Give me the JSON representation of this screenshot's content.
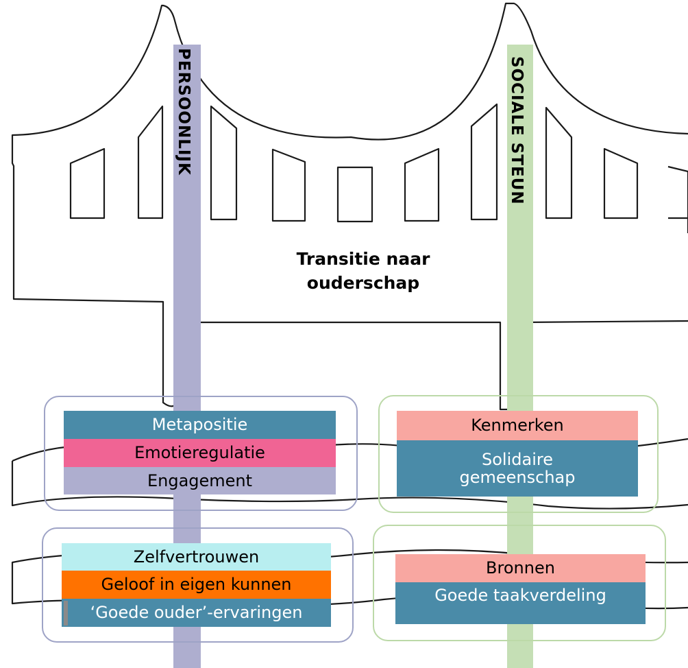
{
  "diagram": {
    "title": "Transitie naar\nouderschap",
    "columns": [
      {
        "label": "PERSOONLIJK",
        "color": "#aeaecf"
      },
      {
        "label": "SOCIALE STEUN",
        "color": "#c5dfb5"
      }
    ],
    "groups": {
      "top_left": {
        "border_color": "#9ea3c6",
        "items": [
          {
            "label": "Metapositie",
            "color": "#4a8ba8"
          },
          {
            "label": "Emotieregulatie",
            "color": "#f06494"
          },
          {
            "label": "Engagement",
            "color": "#aeaecf"
          }
        ]
      },
      "top_right": {
        "border_color": "#bcd9a8",
        "items": [
          {
            "label": "Kenmerken",
            "color": "#f8a7a1"
          },
          {
            "label": "Solidaire\ngemeenschap",
            "color": "#4a8ba8"
          }
        ]
      },
      "bottom_left": {
        "border_color": "#9ea3c6",
        "items": [
          {
            "label": "Zelfvertrouwen",
            "color": "#b8eef0"
          },
          {
            "label": "Geloof in eigen kunnen",
            "color": "#ff7200"
          },
          {
            "label": "‘Goede ouder’-ervaringen",
            "color": "#4a8ba8"
          }
        ]
      },
      "bottom_right": {
        "border_color": "#bcd9a8",
        "items": [
          {
            "label": "Bronnen",
            "color": "#f8a7a1"
          },
          {
            "label": "Goede taakverdeling",
            "color": "#4a8ba8"
          }
        ]
      }
    },
    "bridge": {
      "outline_color": "#1a1a1a"
    }
  }
}
